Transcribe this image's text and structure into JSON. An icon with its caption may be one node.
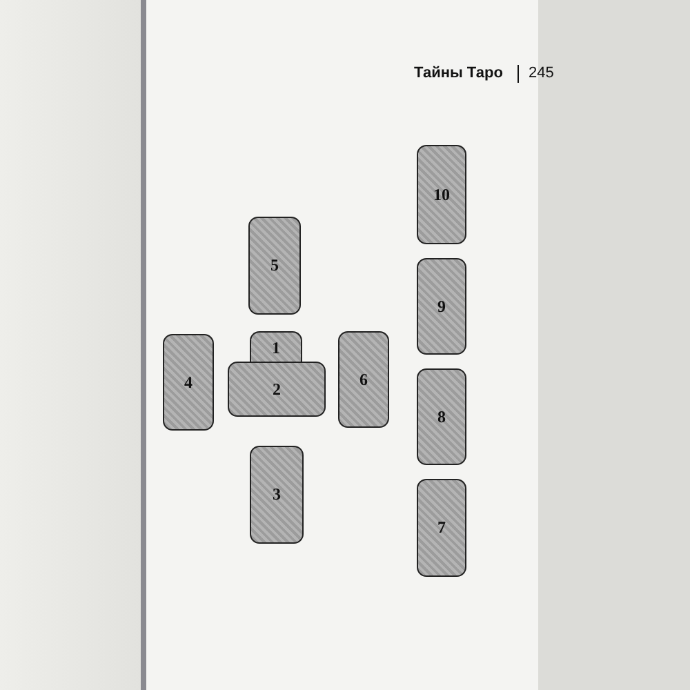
{
  "diagram": {
    "nodes": [
      {
        "text": [
          "1"
        ]
      },
      {
        "text": [
          "2"
        ]
      },
      {
        "text": [
          "3"
        ]
      },
      {
        "text": [
          "4"
        ]
      },
      {
        "text": [
          "5"
        ]
      },
      {
        "text": [
          "6"
        ]
      },
      {
        "text": [
          "7"
        ]
      },
      {
        "text": [
          "8"
        ]
      },
      {
        "text": [
          "9"
        ]
      },
      {
        "text": [
          "10"
        ]
      }
    ],
    "labels": [
      "Тайны Таро",
      "245"
    ]
  }
}
